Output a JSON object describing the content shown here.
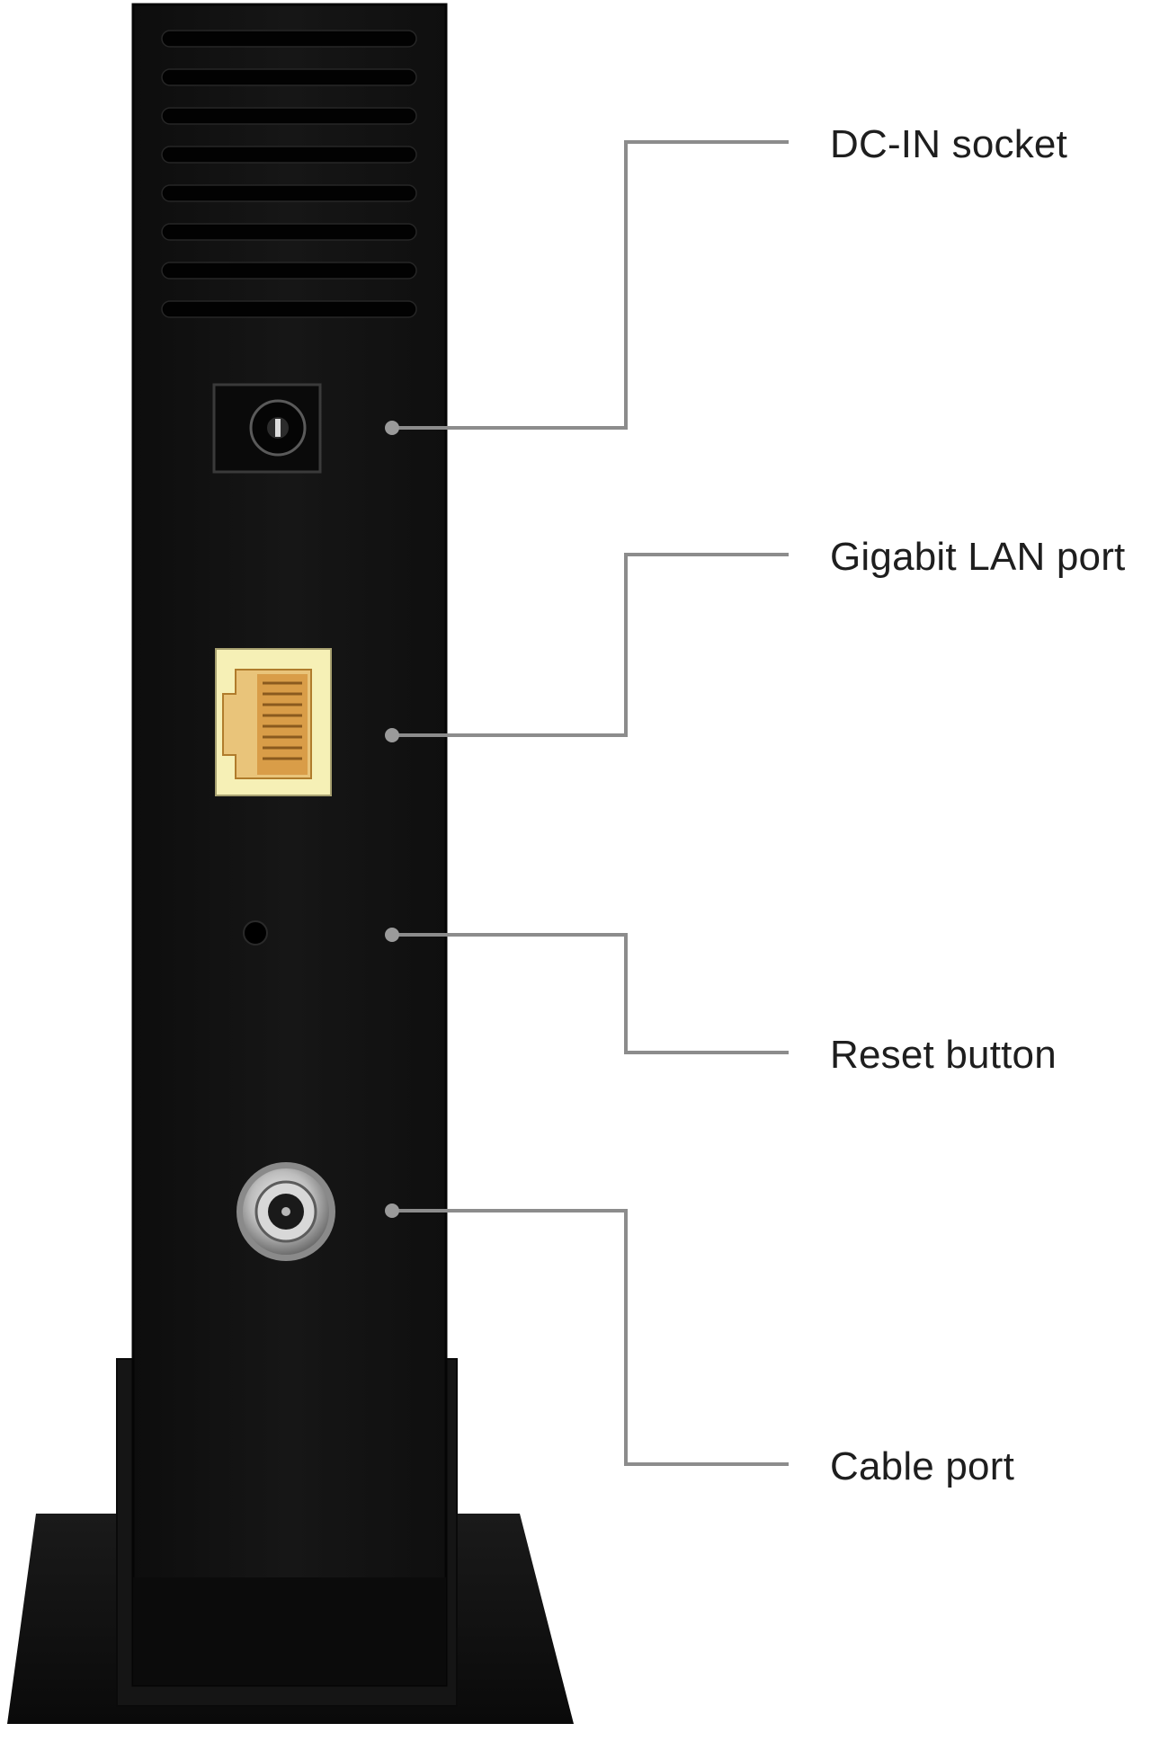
{
  "callouts": [
    {
      "id": "dc-in",
      "label": "DC-IN socket"
    },
    {
      "id": "lan",
      "label": "Gigabit LAN port"
    },
    {
      "id": "reset",
      "label": "Reset button"
    },
    {
      "id": "cable",
      "label": "Cable port"
    }
  ],
  "colors": {
    "background": "#ffffff",
    "device_body": "#121212",
    "vent_slot": "#020202",
    "leader_line": "#8c8c8c",
    "lan_port": "#f6f0b6",
    "lan_port_inner": "#e0a44a",
    "label_text": "#1e1e1e"
  },
  "icons": [
    "vent-slot",
    "dc-jack-icon",
    "rj45-port-icon",
    "reset-pinhole-icon",
    "coax-connector-icon"
  ]
}
